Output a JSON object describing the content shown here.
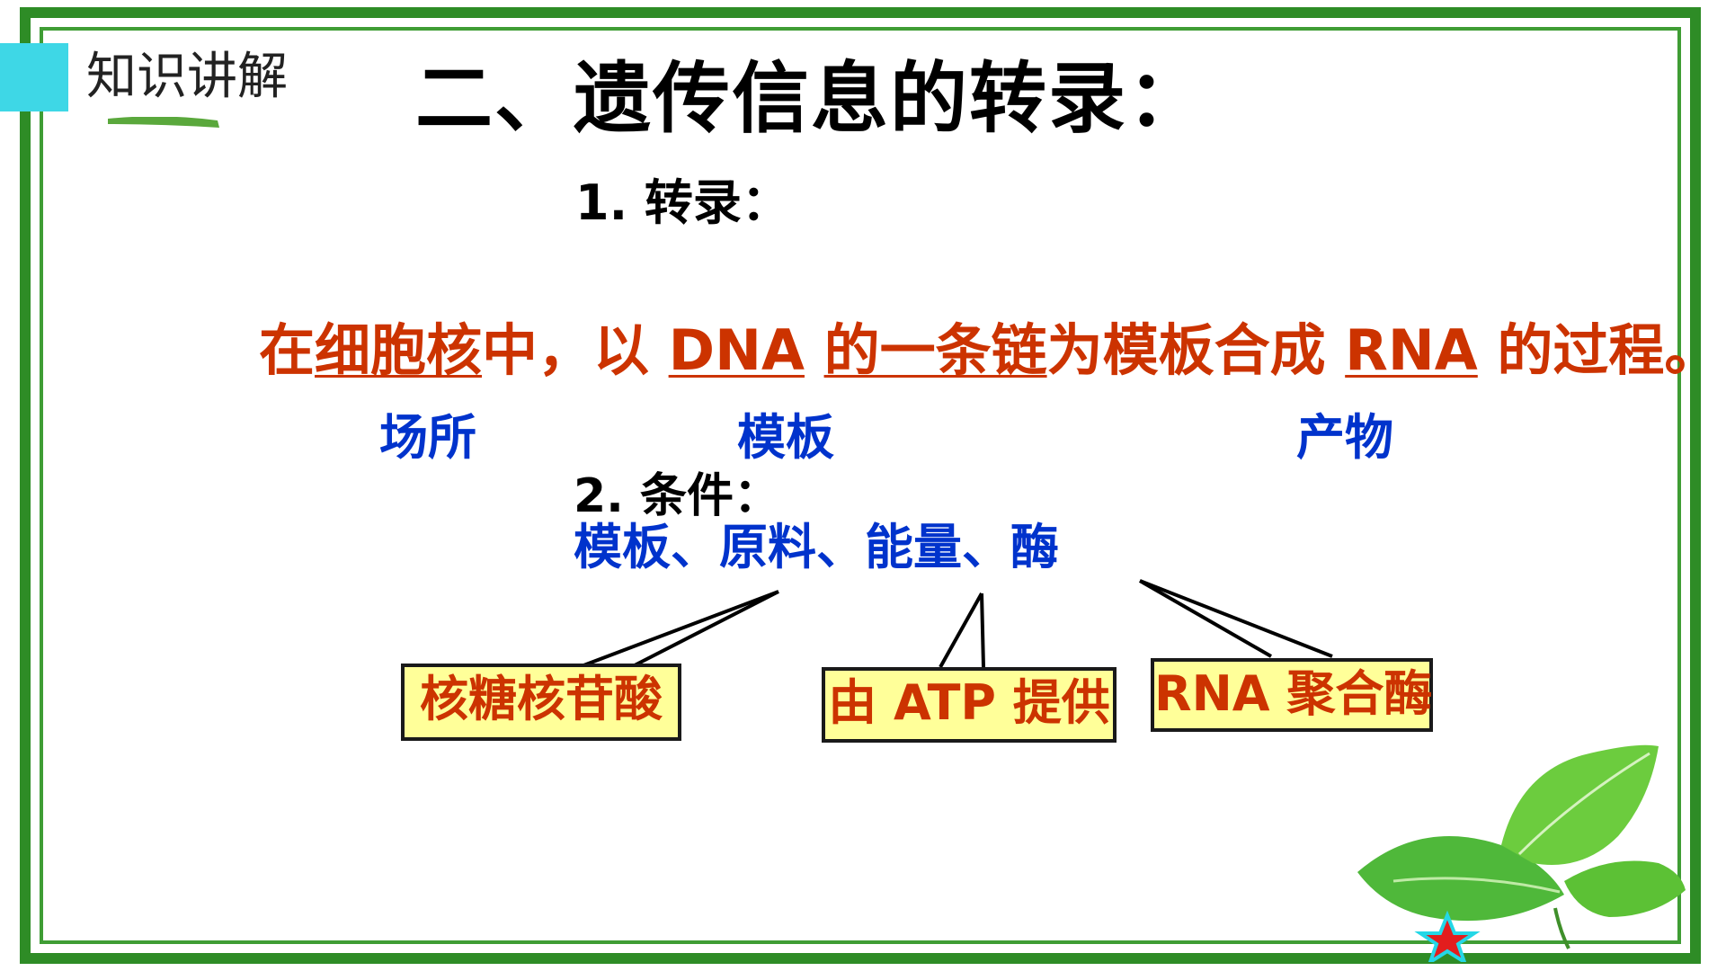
{
  "section_label": "知识讲解",
  "title": "二、遗传信息的转录：",
  "heading_1": "1.  转录：",
  "definition": {
    "part1": "在",
    "part2_u": "细胞核",
    "part3": "中，以 ",
    "part4_u": "DNA",
    "part5": " ",
    "part6_u": "的一条链",
    "part7": "为模板合成 ",
    "part8_u": "RNA",
    "part9": " 的过程。"
  },
  "annotations": {
    "place": "场所",
    "template": "模板",
    "product": "产物"
  },
  "heading_2": "2. 条件：",
  "conditions": "模板、原料、能量、酶",
  "callouts": {
    "raw_material": "核糖核苷酸",
    "energy": "由 ATP 提供",
    "enzyme": "RNA 聚合酶"
  },
  "colors": {
    "frame": "#2e8c26",
    "accent": "#3ed7e6",
    "definition": "#cc3300",
    "annotation": "#0033cc",
    "callout_bg": "#ffff99"
  }
}
